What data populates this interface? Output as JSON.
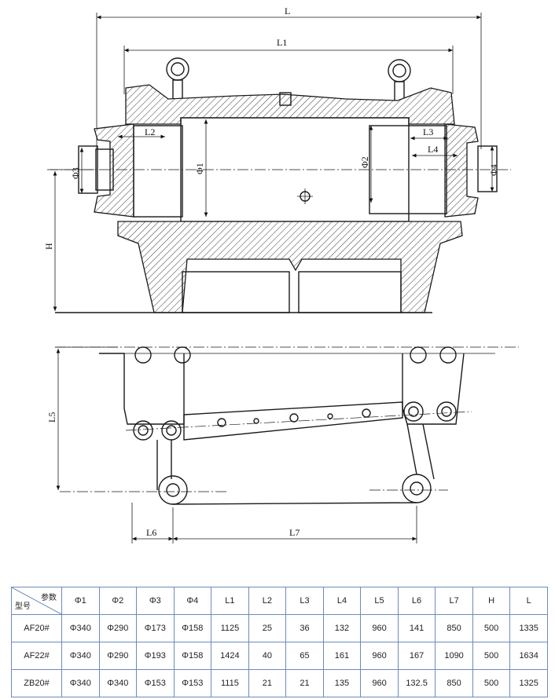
{
  "drawing": {
    "dims": {
      "L": "L",
      "L1": "L1",
      "L2": "L2",
      "L3": "L3",
      "L4": "L4",
      "L5": "L5",
      "L6": "L6",
      "L7": "L7",
      "H": "H",
      "phi1": "Φ1",
      "phi2": "Φ2",
      "phi3": "Φ3",
      "phi4": "Φ4"
    }
  },
  "table": {
    "corner_top": "参数",
    "corner_bottom": "型号",
    "columns": [
      "Φ1",
      "Φ2",
      "Φ3",
      "Φ4",
      "L1",
      "L2",
      "L3",
      "L4",
      "L5",
      "L6",
      "L7",
      "H",
      "L"
    ],
    "rows": [
      {
        "model": "AF20#",
        "values": [
          "Φ340",
          "Φ290",
          "Φ173",
          "Φ158",
          "1125",
          "25",
          "36",
          "132",
          "960",
          "141",
          "850",
          "500",
          "1335"
        ]
      },
      {
        "model": "AF22#",
        "values": [
          "Φ340",
          "Φ290",
          "Φ193",
          "Φ158",
          "1424",
          "40",
          "65",
          "161",
          "960",
          "167",
          "1090",
          "500",
          "1634"
        ]
      },
      {
        "model": "ZB20#",
        "values": [
          "Φ340",
          "Φ340",
          "Φ153",
          "Φ153",
          "1115",
          "21",
          "21",
          "135",
          "960",
          "132.5",
          "850",
          "500",
          "1325"
        ]
      }
    ]
  }
}
